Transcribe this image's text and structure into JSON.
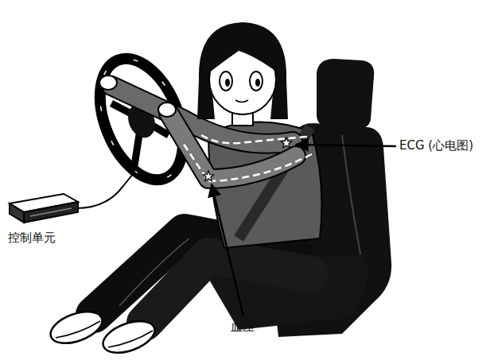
{
  "diagram": {
    "labels": [
      "ECG (心电图)",
      "控制单元",
      "血压"
    ]
  }
}
